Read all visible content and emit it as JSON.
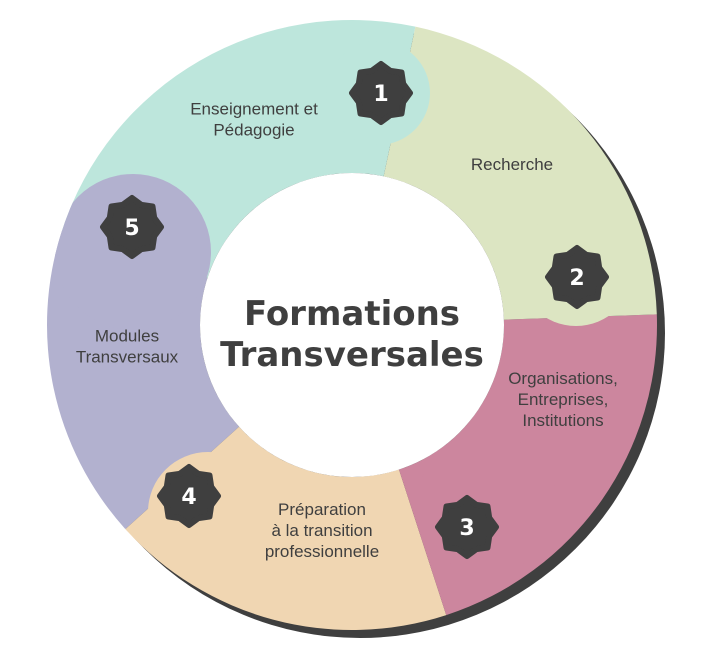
{
  "diagram": {
    "type": "cycle",
    "center_title": {
      "line1": "Formations",
      "line2": "Transversales"
    },
    "colors": {
      "shadow": "#3f3f3f",
      "badge": "#3f3f3f",
      "badge_text": "#ffffff",
      "center_fill": "#ffffff",
      "text": "#3f3f3f"
    },
    "segments": [
      {
        "number": "1",
        "lines": [
          "Enseignement et",
          "Pédagogie"
        ],
        "color": "#bde6dc"
      },
      {
        "number": "2",
        "lines": [
          "Recherche"
        ],
        "color": "#dce5c2"
      },
      {
        "number": "3",
        "lines": [
          "Organisations,",
          "Entreprises,",
          "Institutions"
        ],
        "color": "#cc869e"
      },
      {
        "number": "4",
        "lines": [
          "Préparation",
          "à la transition",
          "professionnelle"
        ],
        "color": "#f0d6b2"
      },
      {
        "number": "5",
        "lines": [
          "Modules",
          "Transversaux"
        ],
        "color": "#b2b1cf"
      }
    ]
  }
}
